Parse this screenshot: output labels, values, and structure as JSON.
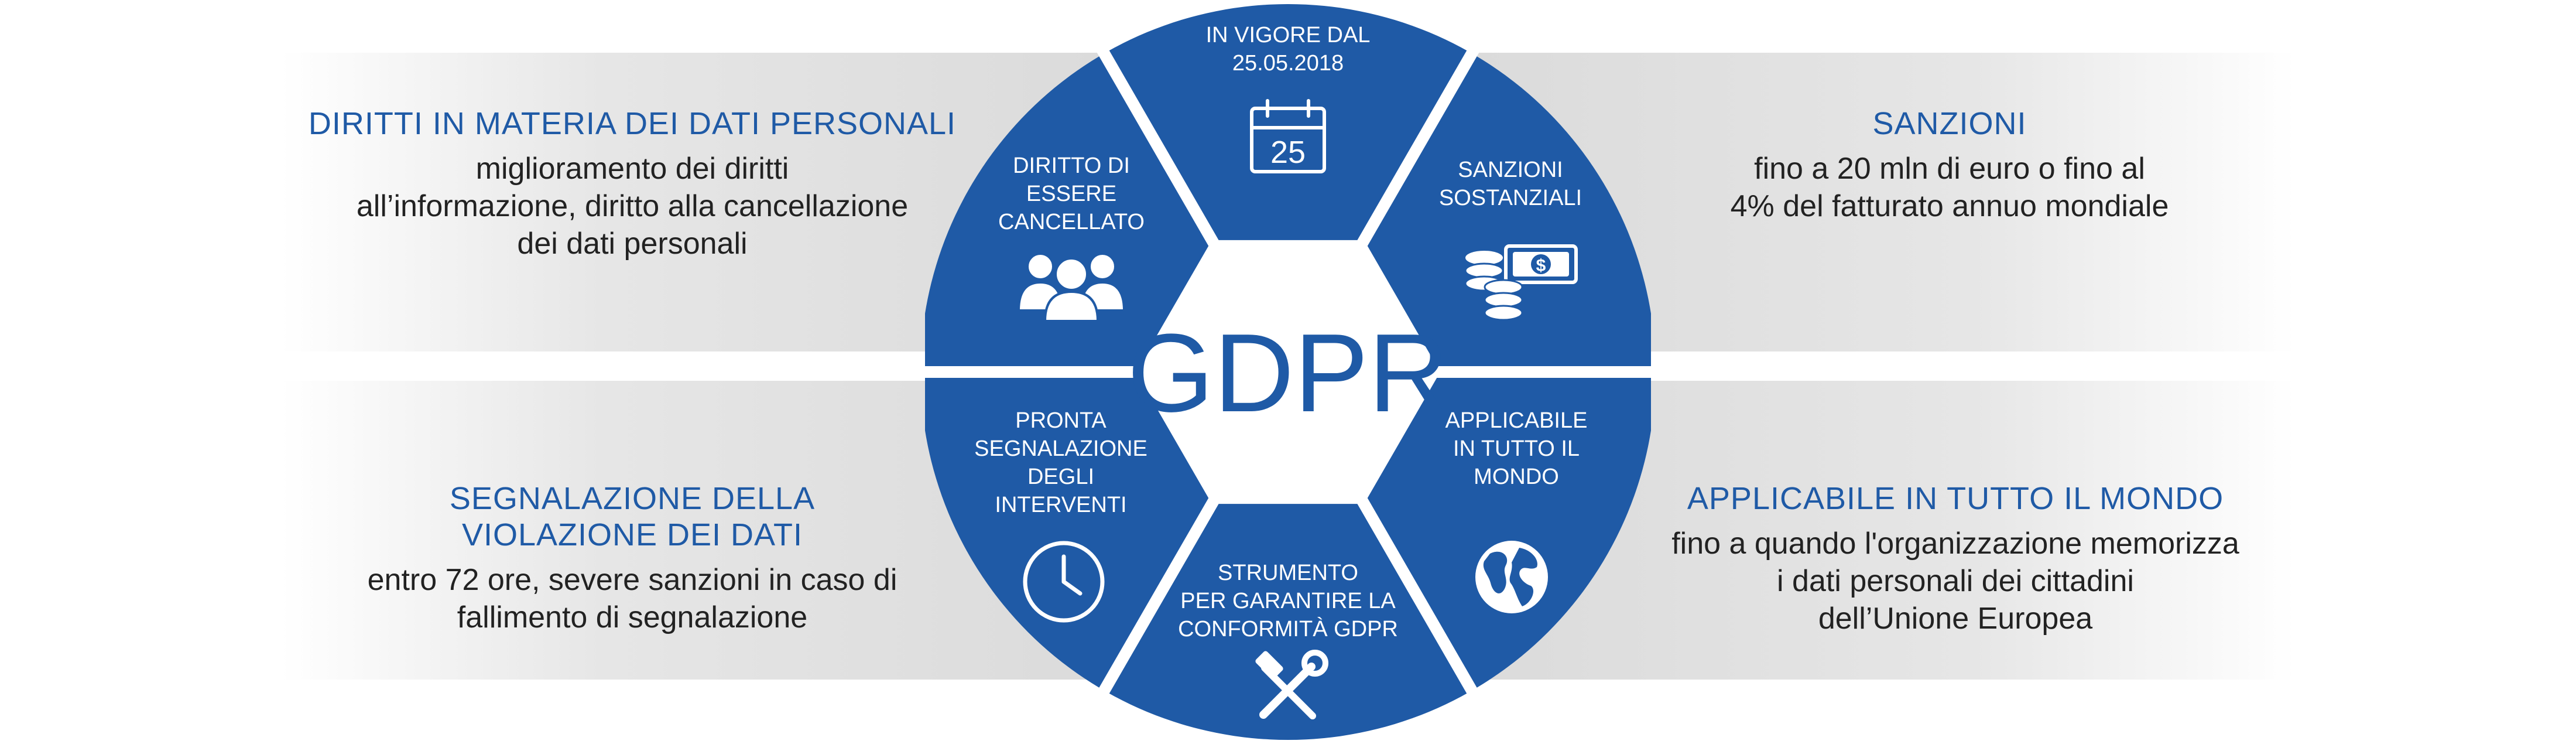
{
  "colors": {
    "accent": "#1f5aa6",
    "hex_fill": "#ffffff",
    "band": "#d9d9d9",
    "body_text": "#222222"
  },
  "center": {
    "label": "GDPR"
  },
  "segments": [
    {
      "label": [
        "IN VIGORE DAL",
        "25.05.2018"
      ],
      "icon": "calendar-icon",
      "icon_text": "25"
    },
    {
      "label": [
        "SANZIONI",
        "SOSTANZIALI"
      ],
      "icon": "money-coins-icon"
    },
    {
      "label": [
        "APPLICABILE",
        "IN TUTTO IL",
        "MONDO"
      ],
      "icon": "globe-icon"
    },
    {
      "label": [
        "STRUMENTO",
        "PER GARANTIRE LA",
        "CONFORMITÀ GDPR"
      ],
      "icon": "tools-icon"
    },
    {
      "label": [
        "PRONTA",
        "SEGNALAZIONE",
        "DEGLI",
        "INTERVENTI"
      ],
      "icon": "clock-icon"
    },
    {
      "label": [
        "DIRITTO DI",
        "ESSERE",
        "CANCELLATO"
      ],
      "icon": "users-icon"
    }
  ],
  "panels": {
    "left_top": {
      "title": [
        "DIRITTI IN MATERIA DEI DATI PERSONALI"
      ],
      "body": [
        "miglioramento dei diritti",
        "all’informazione, diritto alla cancellazione",
        "dei dati personali"
      ]
    },
    "right_top": {
      "title": [
        "SANZIONI"
      ],
      "body": [
        "fino a 20 mln di euro o fino al",
        "4% del fatturato annuo mondiale"
      ]
    },
    "left_bottom": {
      "title": [
        "SEGNALAZIONE DELLA",
        "VIOLAZIONE DEI DATI"
      ],
      "body": [
        "entro 72 ore, severe sanzioni in caso di",
        "fallimento di segnalazione"
      ]
    },
    "right_bottom": {
      "title": [
        "APPLICABILE IN TUTTO IL MONDO"
      ],
      "body": [
        "fino a quando l'organizzazione memorizza",
        "i dati personali dei cittadini",
        "dell’Unione Europea"
      ]
    }
  }
}
